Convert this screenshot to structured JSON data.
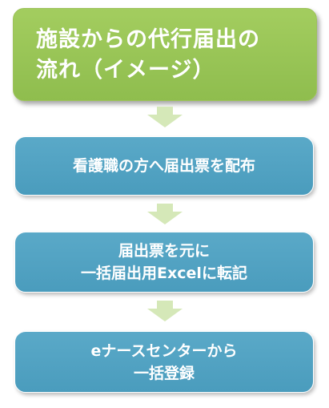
{
  "title": {
    "line1": "施設からの代行届出の",
    "line2": "流れ（イメージ）"
  },
  "steps": [
    {
      "line1": "看護職の方へ届出票を配布",
      "line2": ""
    },
    {
      "line1": "届出票を元に",
      "line2": "一括届出用Excelに転記"
    },
    {
      "line1": "eナースセンターから",
      "line2": "一括登録"
    }
  ],
  "colors": {
    "title_box": "#9cc75a",
    "step_box": "#55a5c5",
    "arrow": "#d5e8b8",
    "text": "#ffffff"
  }
}
